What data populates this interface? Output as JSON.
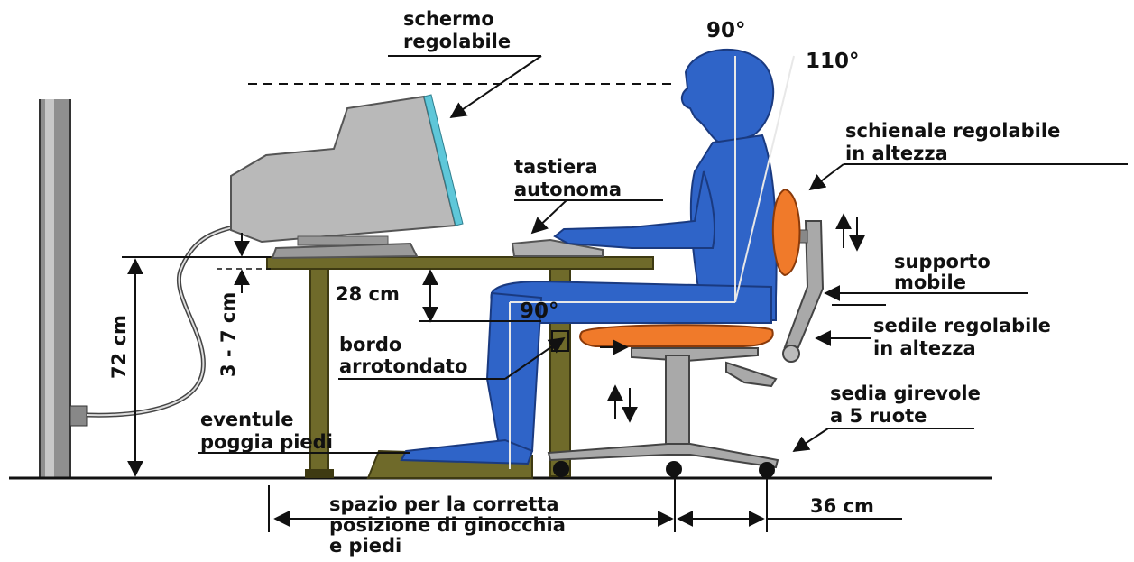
{
  "labels": {
    "schermo_line1": "schermo",
    "schermo_line2": "regolabile",
    "angle_90_top": "90°",
    "angle_110": "110°",
    "schienale_line1": "schienale regolabile",
    "schienale_line2": "in altezza",
    "tastiera_line1": "tastiera",
    "tastiera_line2": "autonoma",
    "supporto_line1": "supporto",
    "supporto_line2": "mobile",
    "sedile_line1": "sedile regolabile",
    "sedile_line2": "in altezza",
    "sedia_line1": "sedia girevole",
    "sedia_line2": "a 5 ruote",
    "dim_28": "28 cm",
    "angle_90_knee": "90°",
    "bordo_line1": "bordo",
    "bordo_line2": "arrotondato",
    "dim_72": "72 cm",
    "dim_3_7": "3 - 7 cm",
    "eventule_line1": "eventule",
    "eventule_line2": "poggia piedi",
    "spazio_line1": "spazio per la corretta",
    "spazio_line2": "posizione di ginocchia",
    "spazio_line3": "e piedi",
    "dim_36": "36 cm"
  },
  "colors": {
    "person": "#2f64c8",
    "desk": "#6f6a2a",
    "screen": "#b9b9b9",
    "screen_face": "#5fc7d9",
    "chair_seat": "#f07a2a",
    "chair_metal": "#a9a9a9",
    "wall": "#8f8f8f",
    "floor": "#111111"
  }
}
